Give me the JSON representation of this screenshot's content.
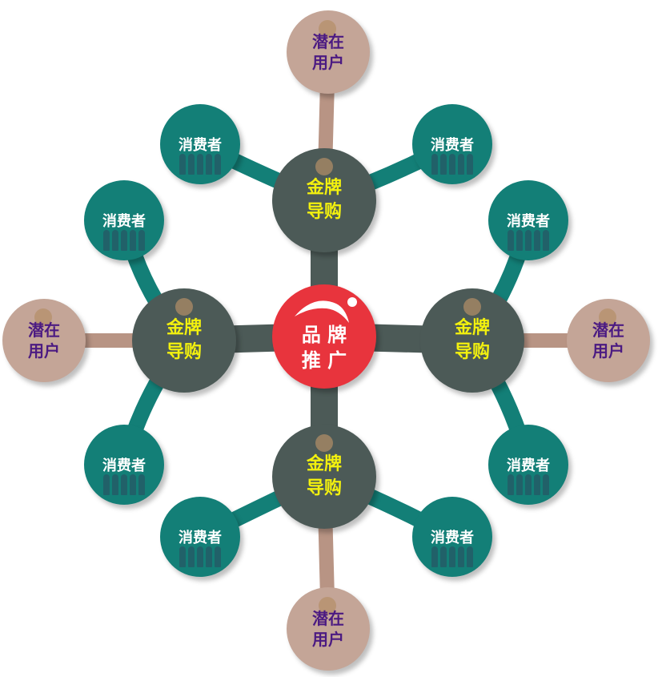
{
  "center": {
    "line1": "品 牌",
    "line2": "推 广",
    "color": "#e8343d"
  },
  "guides": [
    {
      "id": "top",
      "line1": "金牌",
      "line2": "导购"
    },
    {
      "id": "left",
      "line1": "金牌",
      "line2": "导购"
    },
    {
      "id": "right",
      "line1": "金牌",
      "line2": "导购"
    },
    {
      "id": "bottom",
      "line1": "金牌",
      "line2": "导购"
    }
  ],
  "consumers": [
    {
      "id": "top-left",
      "label": "消费者"
    },
    {
      "id": "top-right",
      "label": "消费者"
    },
    {
      "id": "left-upper",
      "label": "消费者"
    },
    {
      "id": "left-lower",
      "label": "消费者"
    },
    {
      "id": "right-upper",
      "label": "消费者"
    },
    {
      "id": "right-lower",
      "label": "消费者"
    },
    {
      "id": "bottom-left",
      "label": "消费者"
    },
    {
      "id": "bottom-right",
      "label": "消费者"
    }
  ],
  "potential_users": [
    {
      "id": "top",
      "line1": "潜在",
      "line2": "用户"
    },
    {
      "id": "left",
      "line1": "潜在",
      "line2": "用户"
    },
    {
      "id": "right",
      "line1": "潜在",
      "line2": "用户"
    },
    {
      "id": "bottom",
      "line1": "潜在",
      "line2": "用户"
    }
  ],
  "colors": {
    "center": "#e8343d",
    "guide": "#4c5a57",
    "guide_text": "#f3f10e",
    "consumer": "#137f77",
    "potential": "#c4a597",
    "potential_text": "#4b1a82"
  }
}
